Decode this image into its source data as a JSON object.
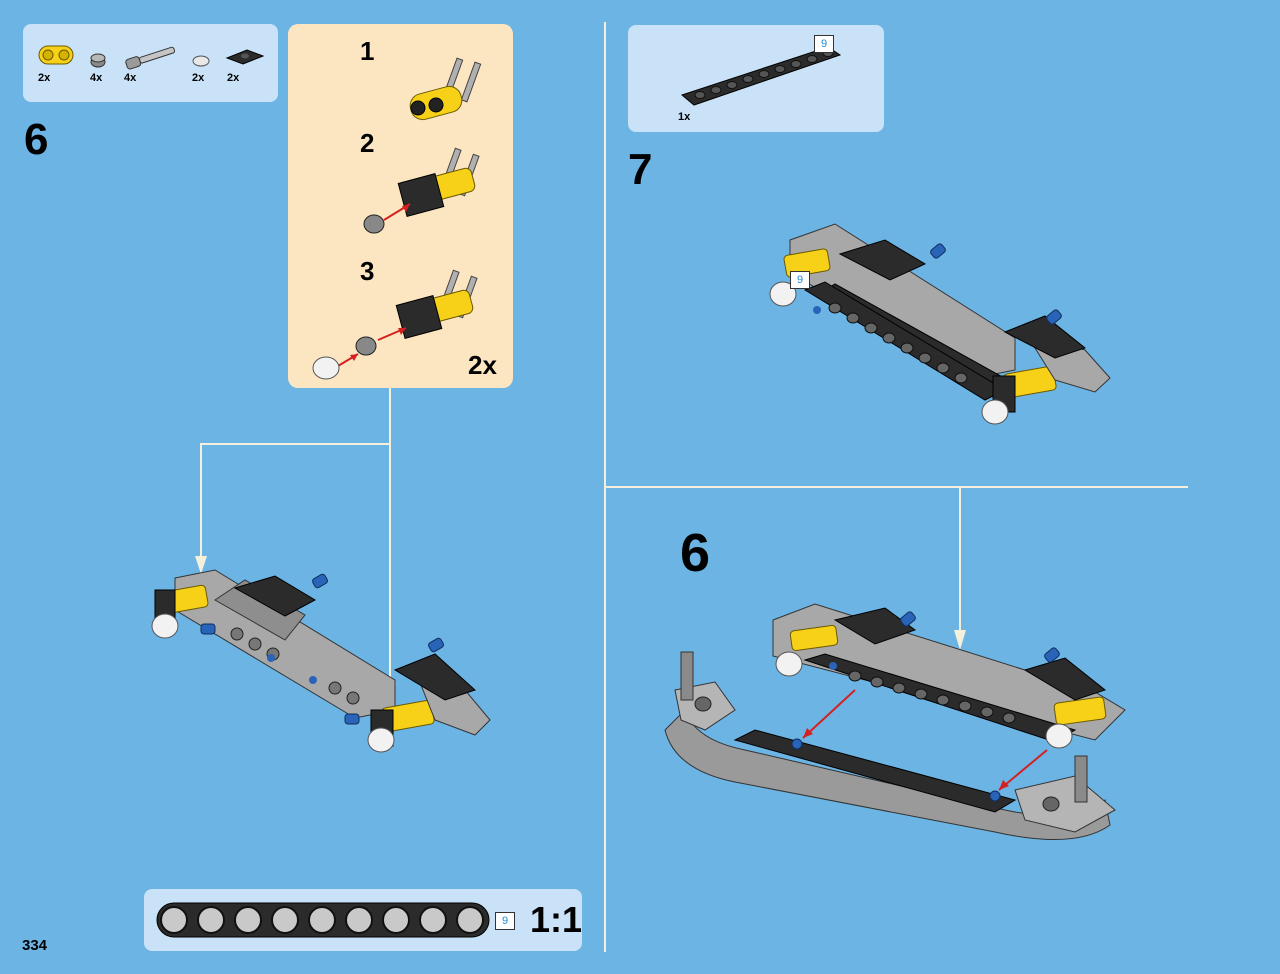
{
  "page": {
    "number": "334"
  },
  "steps": {
    "left_step": "6",
    "right_top_step": "7",
    "right_bottom_step": "6"
  },
  "parts_list_left": [
    {
      "name": "yellow-connector",
      "qty": "2x"
    },
    {
      "name": "gray-bush",
      "qty": "4x"
    },
    {
      "name": "gray-axle-pin",
      "qty": "4x"
    },
    {
      "name": "white-round-tile",
      "qty": "2x"
    },
    {
      "name": "black-plate",
      "qty": "2x"
    }
  ],
  "parts_list_right": [
    {
      "name": "black-beam-9",
      "qty": "1x",
      "ref": "9"
    }
  ],
  "subassembly": {
    "steps": [
      "1",
      "2",
      "3"
    ],
    "multiplier": "2x"
  },
  "beam_tag": "9",
  "ruler": {
    "ref": "9",
    "scale": "1:1",
    "holes": 9
  },
  "colors": {
    "background": "#6cb4e4",
    "panel": "#c9e2f7",
    "subassembly_bg": "#fbe6c1",
    "yellow": "#f7d117",
    "gray": "#a8a8a8",
    "dark": "#2b2b2b",
    "blue": "#2a64b8",
    "arrow": "#d42020",
    "line": "#f5f0dc"
  }
}
